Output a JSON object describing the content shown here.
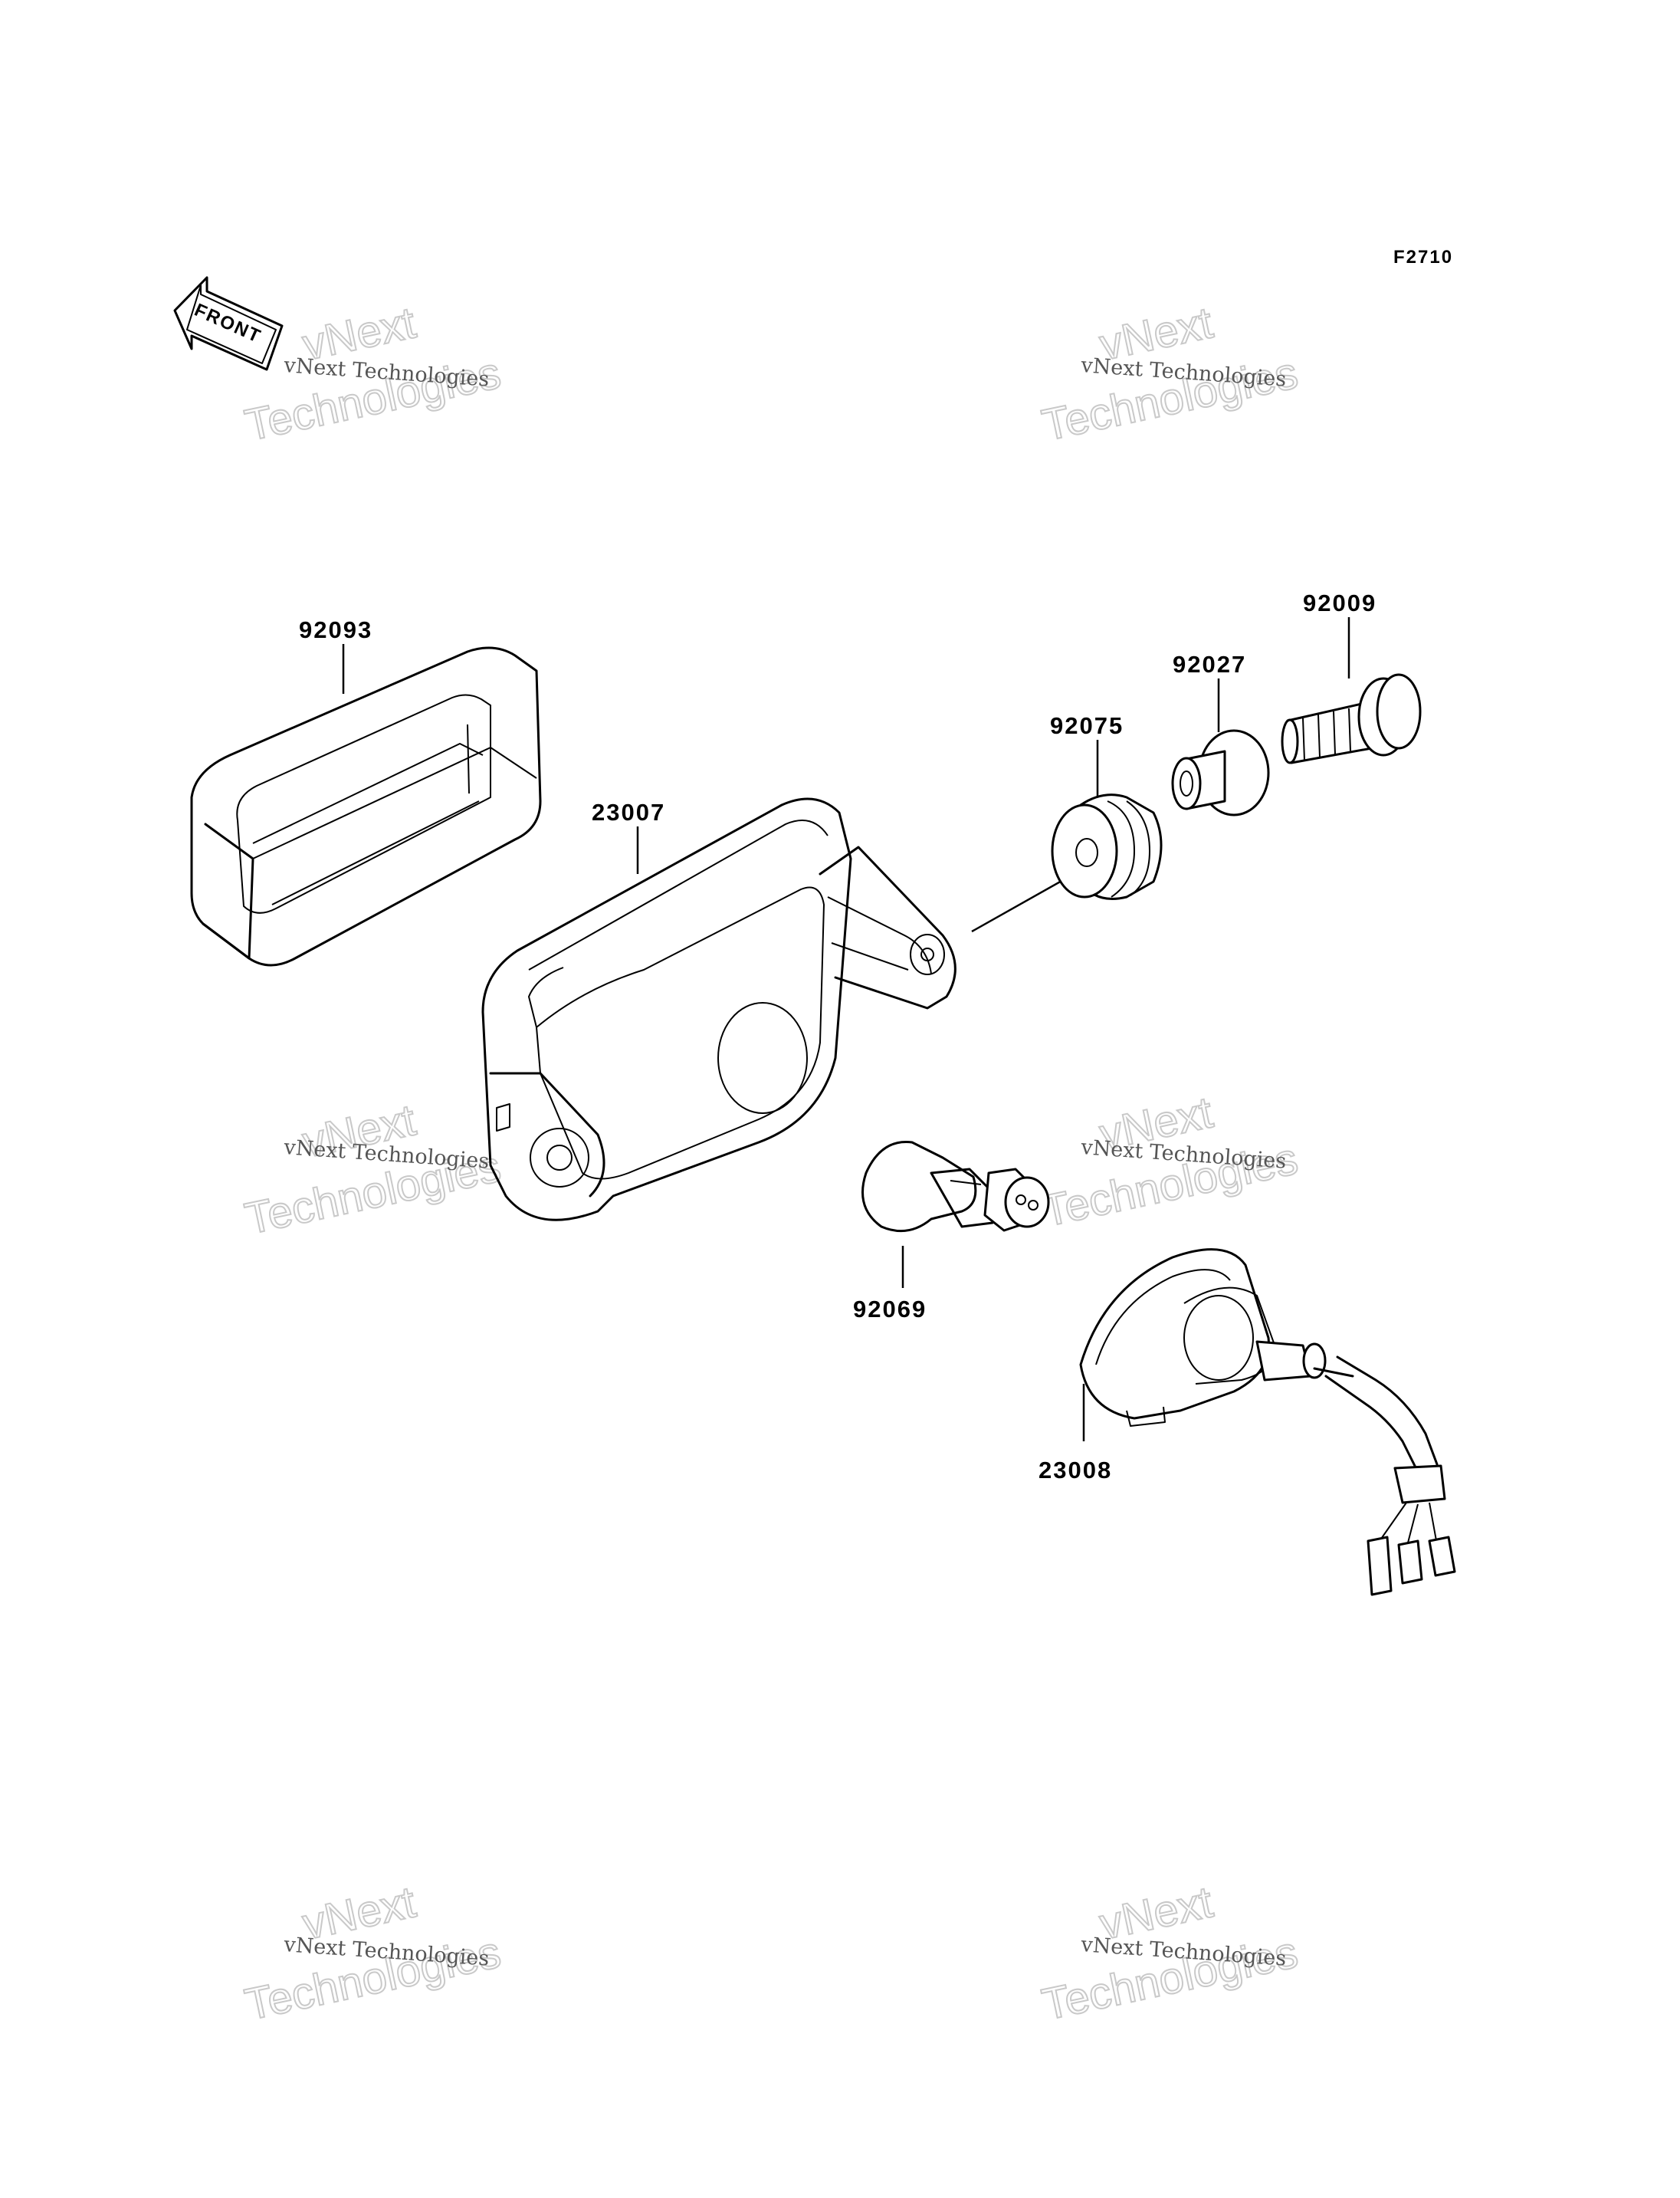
{
  "figure_id": "F2710",
  "front_arrow_label": "FRONT",
  "watermark": {
    "line1": "vNext Technologies",
    "big_top": "vNext",
    "big_bottom": "Technologies"
  },
  "parts": [
    {
      "number": "92093"
    },
    {
      "number": "23007"
    },
    {
      "number": "92075"
    },
    {
      "number": "92027"
    },
    {
      "number": "92009"
    },
    {
      "number": "92069"
    },
    {
      "number": "23008"
    }
  ]
}
